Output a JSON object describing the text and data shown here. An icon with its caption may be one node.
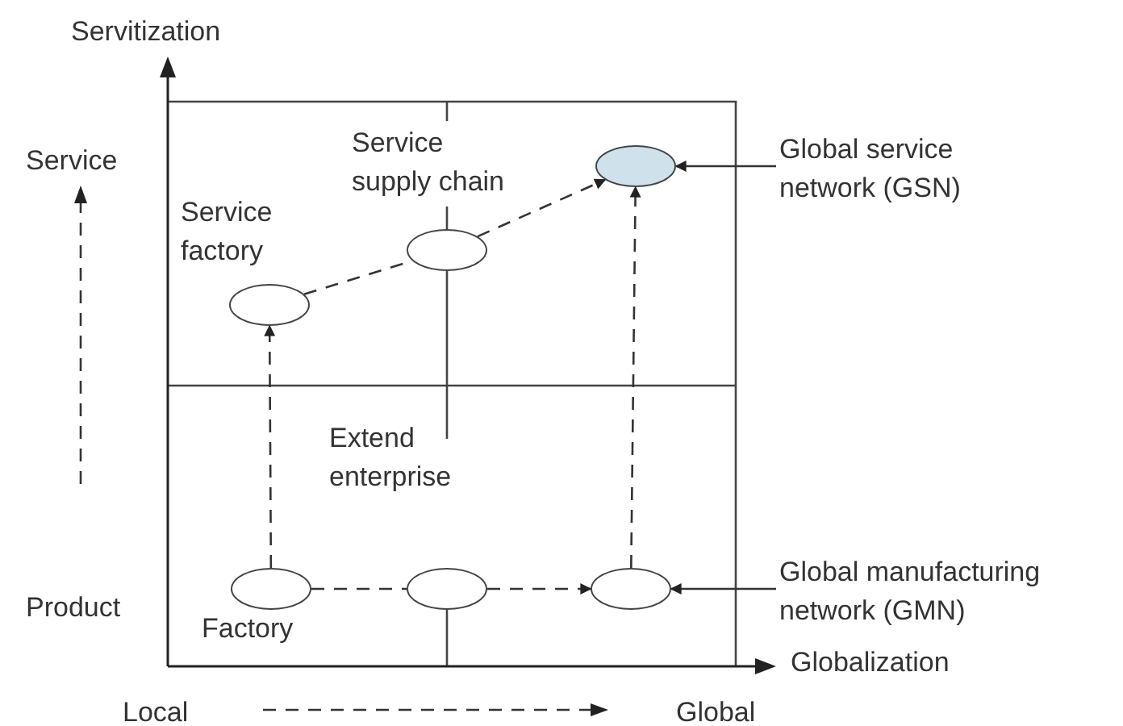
{
  "diagram": {
    "nodes": [
      {
        "text": [],
        "shape": "ellipse",
        "beside": [
          "Service supply chain"
        ]
      },
      {
        "text": [],
        "shape": "ellipse"
      },
      {
        "text": [
          "Global service network (GSN)"
        ]
      },
      {
        "text": [],
        "shape": "ellipse",
        "beside": [
          "Service factory"
        ]
      },
      {
        "text": [],
        "shape": "ellipse",
        "beside": [
          "Factory"
        ]
      },
      {
        "text": [],
        "shape": "ellipse",
        "beside": [
          "Extend enterprise"
        ]
      },
      {
        "text": [],
        "shape": "ellipse"
      },
      {
        "text": [
          "Global manufacturing network (GMN)"
        ]
      }
    ],
    "edges": [
      {
        "from": 2,
        "to": 1,
        "arrow": "to"
      },
      {
        "from": 3,
        "to": 0,
        "arrow": "none",
        "style": "dashed"
      },
      {
        "from": 0,
        "to": 1,
        "arrow": "to",
        "style": "dashed"
      },
      {
        "from": 4,
        "to": 3,
        "arrow": "to",
        "style": "dashed"
      },
      {
        "from": 6,
        "to": 1,
        "arrow": "to",
        "style": "dashed"
      },
      {
        "from": 4,
        "to": 5,
        "arrow": "none",
        "style": "dashed"
      },
      {
        "from": 5,
        "to": 6,
        "arrow": "to",
        "style": "dashed"
      },
      {
        "from": 7,
        "to": 6,
        "arrow": "to"
      }
    ],
    "labels": [
      "Servitization",
      "Service",
      "Product",
      "Globalization",
      "Local",
      "Global"
    ]
  }
}
